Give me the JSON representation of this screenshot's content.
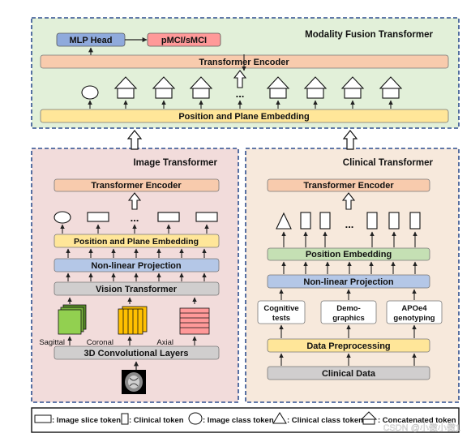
{
  "fusion": {
    "title": "Modality Fusion Transformer",
    "mlp_head": "MLP Head",
    "output": "pMCI/sMCI",
    "encoder": "Transformer Encoder",
    "embedding": "Position and Plane Embedding",
    "ellipsis": "..."
  },
  "image": {
    "title": "Image Transformer",
    "encoder": "Transformer Encoder",
    "embedding": "Position and Plane Embedding",
    "projection": "Non-linear Projection",
    "vit": "Vision Transformer",
    "conv": "3D Convolutional Layers",
    "sagittal": "Sagittal",
    "coronal": "Coronal",
    "axial": "Axial",
    "ellipsis": "..."
  },
  "clinical": {
    "title": "Clinical Transformer",
    "encoder": "Transformer Encoder",
    "embedding": "Position Embedding",
    "projection": "Non-linear Projection",
    "cognitive": [
      "Cognitive",
      "tests"
    ],
    "demographics": [
      "Demo-",
      "graphics"
    ],
    "apoe4": [
      "APOe4",
      "genotyping"
    ],
    "preprocessing": "Data Preprocessing",
    "data": "Clinical Data",
    "ellipsis": "..."
  },
  "legend": {
    "image_slice": ": Image slice token",
    "clinical": ": Clinical token",
    "image_class": ": Image class token",
    "clinical_class": ": Clinical class token",
    "concatenated": ": Concatenated token"
  },
  "watermark": "CSDN @小傲小傲1",
  "colors": {
    "encoder": "#f8cbad",
    "embedding": "#ffe699",
    "projection": "#b4c7e7",
    "vit": "#d0cece",
    "position_embedding": "#c5e0b4",
    "mlp_head": "#8faadc",
    "output": "#ff9999",
    "fusion_bg": "#e2f0d9",
    "image_bg": "#f2dcdb",
    "clinical_bg": "#f7e9dc",
    "sagittal": "#92d050",
    "coronal": "#ffc000",
    "axial": "#ff9999"
  }
}
